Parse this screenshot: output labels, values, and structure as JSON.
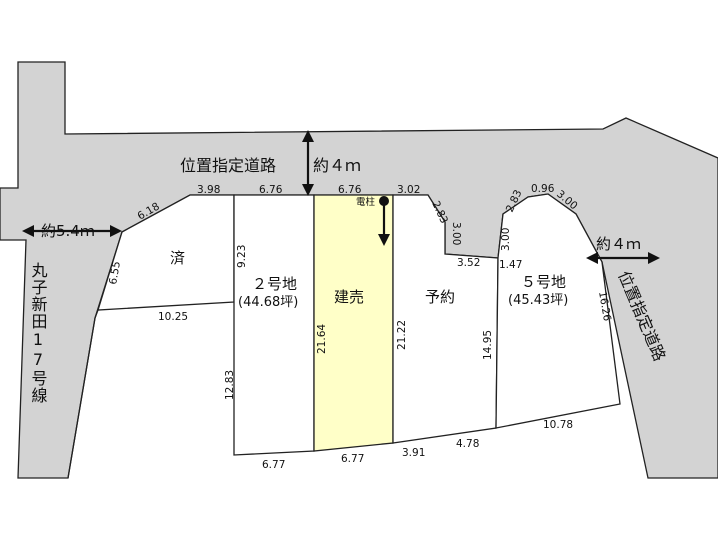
{
  "roads": {
    "north_name": "位置指定道路",
    "north_width": "約４ｍ",
    "west_width": "約5.4ｍ",
    "west_name": "丸子新田17号線",
    "east_name": "位置指定道路",
    "east_width": "約４ｍ"
  },
  "lots": {
    "sold": "済",
    "lot2": "２号地",
    "lot2_area": "(44.68坪)",
    "built": "建売",
    "reserved": "予約",
    "lot5": "５号地",
    "lot5_area": "(45.43坪)"
  },
  "pole": "電柱",
  "dimensions": {
    "d_6_18": "6.18",
    "d_3_98": "3.98",
    "d_6_76a": "6.76",
    "d_6_76b": "6.76",
    "d_3_02": "3.02",
    "d_2_83a": "2.83",
    "d_3_00a": "3.00",
    "d_3_00b": "3.00",
    "d_2_83b": "2.83",
    "d_0_96": "0.96",
    "d_3_00c": "3.00",
    "d_6_55": "6.55",
    "d_9_23": "9.23",
    "d_10_25": "10.25",
    "d_3_52": "3.52",
    "d_1_47": "1.47",
    "d_21_64": "21.64",
    "d_21_22": "21.22",
    "d_14_95": "14.95",
    "d_16_26": "16.26",
    "d_12_83": "12.83",
    "d_6_77a": "6.77",
    "d_6_77b": "6.77",
    "d_3_91": "3.91",
    "d_4_78": "4.78",
    "d_10_78": "10.78"
  }
}
